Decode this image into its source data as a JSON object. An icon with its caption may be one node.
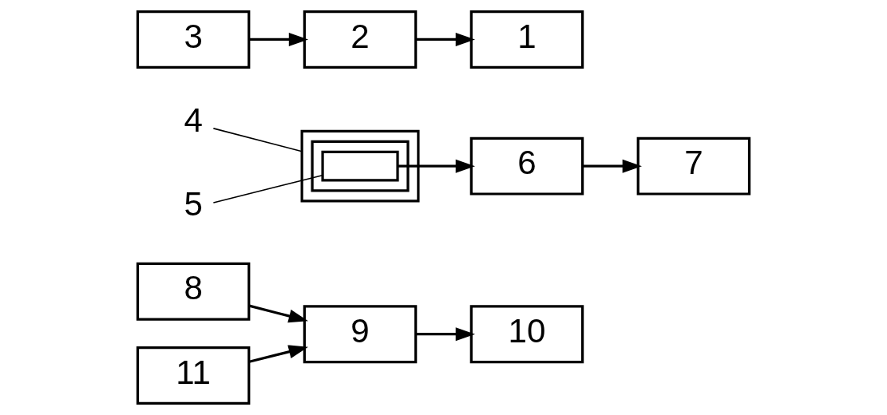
{
  "diagram": {
    "nodes": [
      {
        "text": [
          "8"
        ]
      },
      {
        "text": [
          "11"
        ]
      },
      {
        "text": [
          "4"
        ]
      },
      {
        "text": [],
        "shape": "box"
      },
      {
        "text": [],
        "shape": "box",
        "in": 3
      },
      {
        "text": [
          "5"
        ]
      },
      {
        "text": [],
        "shape": "box",
        "in": 4
      },
      {
        "text": [
          "9"
        ]
      },
      {
        "text": [
          "10"
        ]
      },
      {
        "text": [
          "6"
        ]
      },
      {
        "text": [
          "7"
        ]
      },
      {
        "text": [
          "1"
        ]
      },
      {
        "text": [
          "2"
        ]
      },
      {
        "text": [
          "3"
        ]
      }
    ],
    "edges": [
      {
        "from": 0,
        "to": 7,
        "arrow": "to"
      },
      {
        "from": 1,
        "to": 7,
        "arrow": "to"
      },
      {
        "from": 7,
        "to": 8,
        "arrow": "to"
      },
      {
        "from": 2,
        "to": 3,
        "arrow": "none"
      },
      {
        "from": 5,
        "to": 6,
        "arrow": "none"
      },
      {
        "from": 6,
        "to": 9,
        "arrow": "to"
      },
      {
        "from": 9,
        "to": 10,
        "arrow": "to"
      },
      {
        "from": 13,
        "to": 12,
        "arrow": "to"
      },
      {
        "from": 12,
        "to": 11,
        "arrow": "to"
      }
    ]
  }
}
